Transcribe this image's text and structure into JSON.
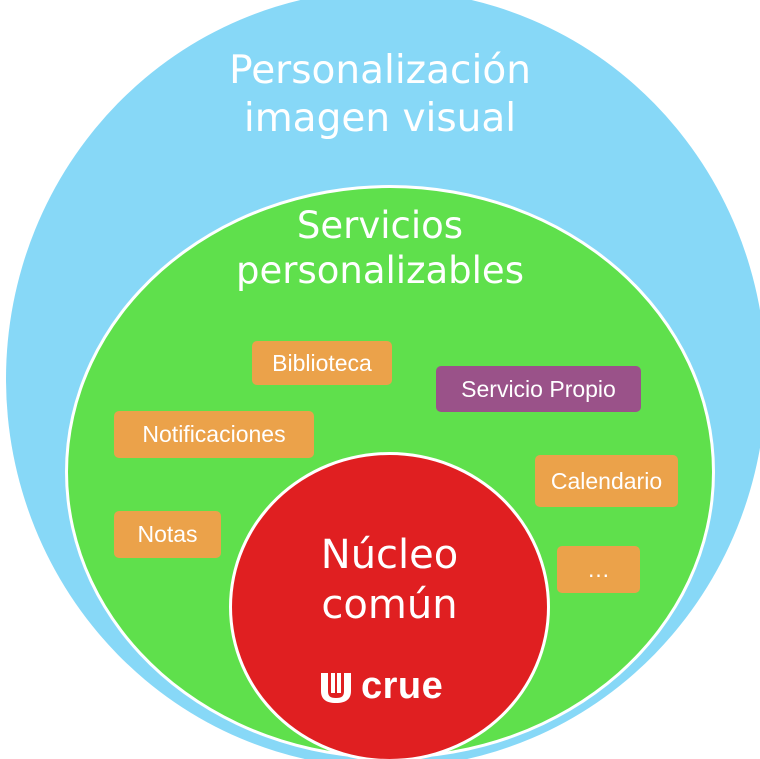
{
  "colors": {
    "outer": "#87D8F7",
    "middle": "#5FE04C",
    "core": "#E01F21",
    "service_box": "#EBA24A",
    "own_service_box": "#9A5289",
    "text": "#FFFFFF"
  },
  "outer_ring": {
    "label": "Personalización\nimagen visual"
  },
  "middle_ring": {
    "label": "Servicios\npersonalizables"
  },
  "core": {
    "label": "Núcleo\ncomún",
    "logo_text": "crue",
    "logo_icon": "crue-logo-icon"
  },
  "services": [
    {
      "id": "biblioteca",
      "label": "Biblioteca",
      "kind": "service"
    },
    {
      "id": "servicio-propio",
      "label": "Servicio Propio",
      "kind": "own"
    },
    {
      "id": "notificaciones",
      "label": "Notificaciones",
      "kind": "service"
    },
    {
      "id": "calendario",
      "label": "Calendario",
      "kind": "service"
    },
    {
      "id": "notas",
      "label": "Notas",
      "kind": "service"
    },
    {
      "id": "more",
      "label": "…",
      "kind": "service"
    }
  ]
}
